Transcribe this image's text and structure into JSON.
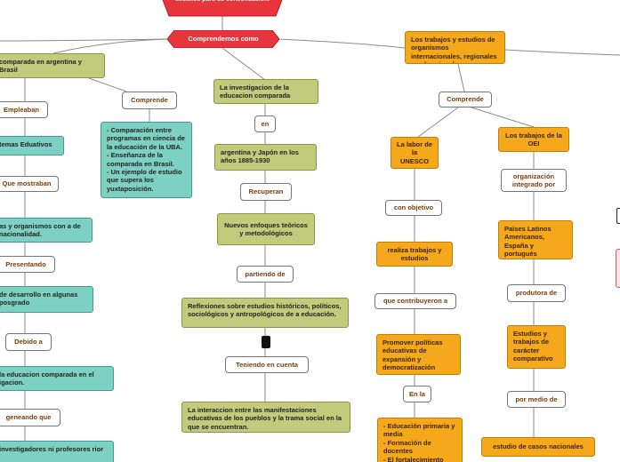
{
  "top": {
    "title": "desafíos para su consolidación."
  },
  "central": {
    "label": "Comprendemos como"
  },
  "left": {
    "n1": "comparada en argentina y Brasil",
    "c1": "Empleaban",
    "n2": "temas Eduativos",
    "c2": "Que mostraban",
    "n3": "as y organismos con a de nacionalidad.",
    "c3": "Presentando",
    "n4": "de desarrollo en algunas posgrado",
    "c4": "Debido a",
    "n5": "la educacion comparada en el igacion.",
    "c5": "geneando que",
    "n6": "investigadores ni profesores rior",
    "c6": "Comprende",
    "n7": "- Comparación entre programas en ciencia de la educación de la UBA.\n- Enseñanza  de la comparada en Brasil.\n- Un ejemplo de estudio que supera los yuxtaposición."
  },
  "middle": {
    "n1": "La investigacion de la educacion comparada",
    "c1": "en",
    "n2": "argentina y Japón en los años 1885-1930",
    "c2": "Recuperan",
    "n3": "Nuevos enfoques teóricos y metodológicos",
    "c3": "partiendo de",
    "n4": "Reflexiones sobre estudios históricos, políticos, sociológicos y antropológicos de a educación.",
    "c4": "Teniendo en cuenta",
    "n5": "La interaccion entre las manifestaciones educativas de los pueblos y la trama social en la que se encuentran."
  },
  "right": {
    "n1": "Los trabajos y estudios de organismos internacionales, regionales y subregionales",
    "c1": "Comprende",
    "a1": "La labor de la UNESCO",
    "a_c1": "con objetivo",
    "a2": "realiza trabajos y estudios",
    "a_c2": "que contribuyeron a",
    "a3": "Promover políticas educativas de expansión y democratización",
    "a_c3": "En la",
    "a4": "- Educación primaria y media\n- Formación de docentes\n- El fortalecimiento",
    "b1": "Los trabajos de la OEI",
    "b_c1": "organización integrado por",
    "b2": "Países Latinos Americanos, España y portugués",
    "b_c2": "produtora de",
    "b3": "Estudios y trabajos de carácter comparativo",
    "b_c3": "por medio de",
    "b4": "estudio de casos nacionales"
  },
  "colors": {
    "green": "#c2cb7b",
    "teal": "#7dd1c3",
    "orange": "#f6a81c",
    "red": "#e8343c",
    "connector_text": "#7a3d0c"
  }
}
